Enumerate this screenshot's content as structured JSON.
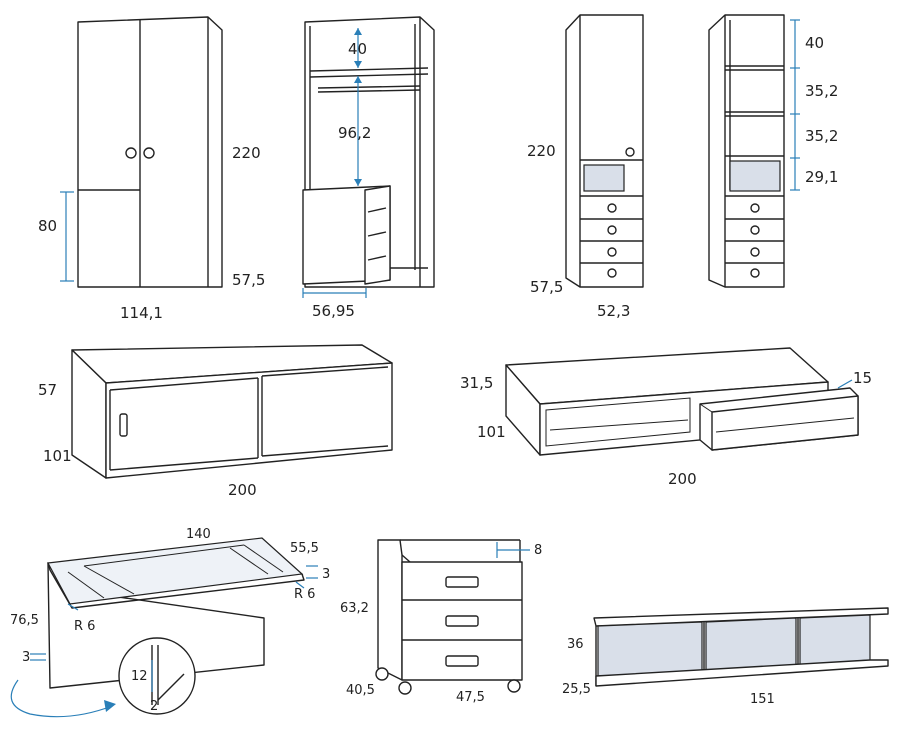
{
  "wardrobe_closed": {
    "width": "114,1",
    "height": "220",
    "depth": "57,5",
    "lower_panel": "80"
  },
  "wardrobe_open": {
    "top_shelf": "40",
    "hanging_space": "96,2",
    "drawer_depth": "56,95"
  },
  "tall_cabinet_closed": {
    "height": "220",
    "depth": "57,5",
    "width": "52,3"
  },
  "tall_cabinet_open": {
    "shelf_1": "40",
    "shelf_2": "35,2",
    "shelf_3": "35,2",
    "niche": "29,1"
  },
  "sliding_bed": {
    "height": "57",
    "depth": "101",
    "length": "200"
  },
  "trundle_bed": {
    "height": "31,5",
    "depth": "101",
    "length": "200",
    "drawer_height": "15"
  },
  "desk": {
    "length": "140",
    "depth": "55,5",
    "top_thickness": "3",
    "radius_right": "R 6",
    "radius_left": "R 6",
    "height": "76,5",
    "leg_thickness": "3",
    "detail_gap": "12",
    "detail_thickness": "2"
  },
  "pedestal": {
    "top_lip": "8",
    "height": "63,2",
    "depth": "40,5",
    "width": "47,5"
  },
  "wall_shelf": {
    "height": "36",
    "depth": "25,5",
    "width": "151"
  },
  "colors": {
    "line": "#222222",
    "dimension": "#2a7fb8",
    "interior": "#d9dfe9"
  }
}
